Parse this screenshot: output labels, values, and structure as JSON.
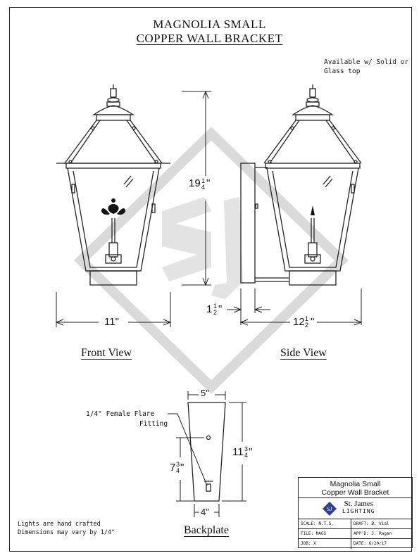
{
  "header": {
    "title_line1": "MAGNOLIA SMALL",
    "title_line2": "COPPER WALL BRACKET"
  },
  "notes": {
    "top_right_line1": "Available w/ Solid or",
    "top_right_line2": "Glass top",
    "bottom_left_line1": "Lights are hand crafted",
    "bottom_left_line2": "Dimensions may vary by 1/4\""
  },
  "views": {
    "front": "Front View",
    "side": "Side View",
    "backplate": "Backplate"
  },
  "dimensions": {
    "height": {
      "whole": "19",
      "num": "1",
      "den": "4",
      "unit": "\""
    },
    "front_width": {
      "text": "11\""
    },
    "side_offset": {
      "whole": "1",
      "num": "1",
      "den": "2",
      "unit": "\""
    },
    "side_depth": {
      "whole": "12",
      "num": "1",
      "den": "2",
      "unit": "\""
    },
    "backplate_top": {
      "text": "5\""
    },
    "backplate_bottom": {
      "text": "4\""
    },
    "backplate_height": {
      "whole": "11",
      "num": "3",
      "den": "4",
      "unit": "\""
    },
    "fitting_height": {
      "whole": "7",
      "num": "3",
      "den": "4",
      "unit": "\""
    }
  },
  "callout": {
    "line1": "1/4\" Female Flare",
    "line2": "Fitting"
  },
  "title_block": {
    "name_line1": "Magnolia Small",
    "name_line2": "Copper Wall Bracket",
    "brand_line1": "St. James",
    "brand_line2": "LIGHTING",
    "scale_label": "SCALE:",
    "scale_value": "N.T.S.",
    "draft_label": "DRAFT:",
    "draft_value": "B. Vial",
    "file_label": "FILE:",
    "file_value": "MAGS",
    "appd_label": "APP'D:",
    "appd_value": "J. Ragan",
    "job_label": "JOB:",
    "job_value": "X",
    "date_label": "DATE:",
    "date_value": "6/20/17"
  },
  "colors": {
    "line": "#222222",
    "watermark": "#d9d9d9",
    "logo_blue": "#2a3f8f"
  }
}
